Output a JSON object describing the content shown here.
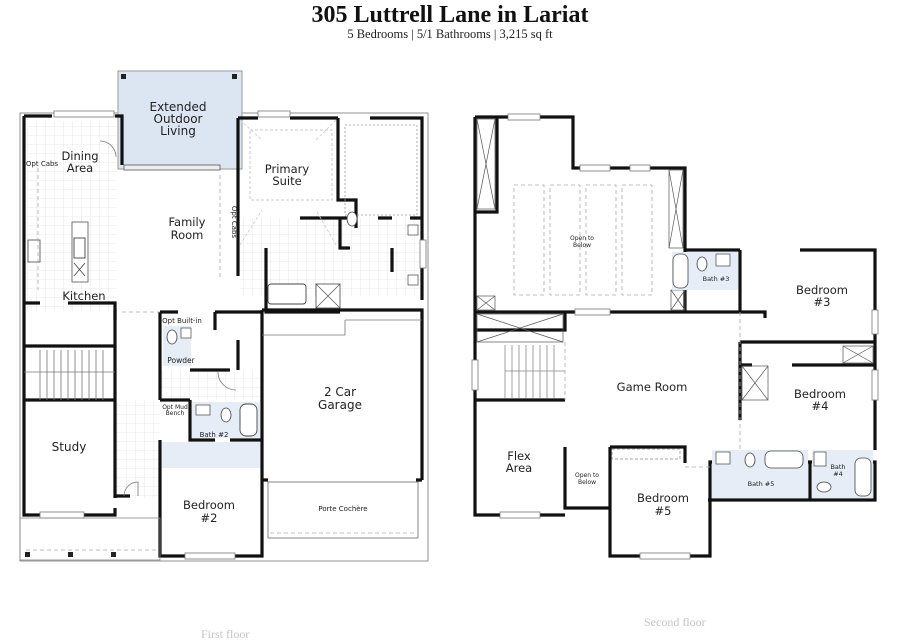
{
  "header": {
    "title": "305 Luttrell Lane in Lariat",
    "subtitle": "5 Bedrooms | 5/1 Bathrooms | 3,215 sq ft"
  },
  "floors": {
    "first": {
      "label": "First floor",
      "rooms": {
        "outdoor_1": "Extended",
        "outdoor_2": "Outdoor",
        "outdoor_3": "Living",
        "dining_1": "Dining",
        "dining_2": "Area",
        "opt_cabs_kitchen": "Opt Cabs",
        "family_1": "Family",
        "family_2": "Room",
        "opt_cabs_family": "Opt Cabs",
        "primary_1": "Primary",
        "primary_2": "Suite",
        "kitchen": "Kitchen",
        "opt_builtin": "Opt Built-in",
        "powder": "Powder",
        "opt_mud_1": "Opt Mud",
        "opt_mud_2": "Bench",
        "bath2": "Bath #2",
        "study": "Study",
        "garage_1": "2 Car",
        "garage_2": "Garage",
        "bedroom2_1": "Bedroom",
        "bedroom2_2": "#2",
        "porte_cochere": "Porte Cochère"
      }
    },
    "second": {
      "label": "Second floor",
      "rooms": {
        "open_below_1": "Open to",
        "open_below_2": "Below",
        "bath3": "Bath #3",
        "bedroom3_1": "Bedroom",
        "bedroom3_2": "#3",
        "game_room": "Game Room",
        "bedroom4_1": "Bedroom",
        "bedroom4_2": "#4",
        "flex_1": "Flex",
        "flex_2": "Area",
        "open_below_small_1": "Open to",
        "open_below_small_2": "Below",
        "bath5": "Bath #5",
        "bath4_1": "Bath",
        "bath4_2": "#4",
        "bedroom5_1": "Bedroom",
        "bedroom5_2": "#5"
      }
    }
  },
  "colors": {
    "wall": "#111111",
    "outdoor_fill": "#dce6f2",
    "wet_fill": "#e6edf6",
    "floor_label": "#c4c4c4"
  }
}
